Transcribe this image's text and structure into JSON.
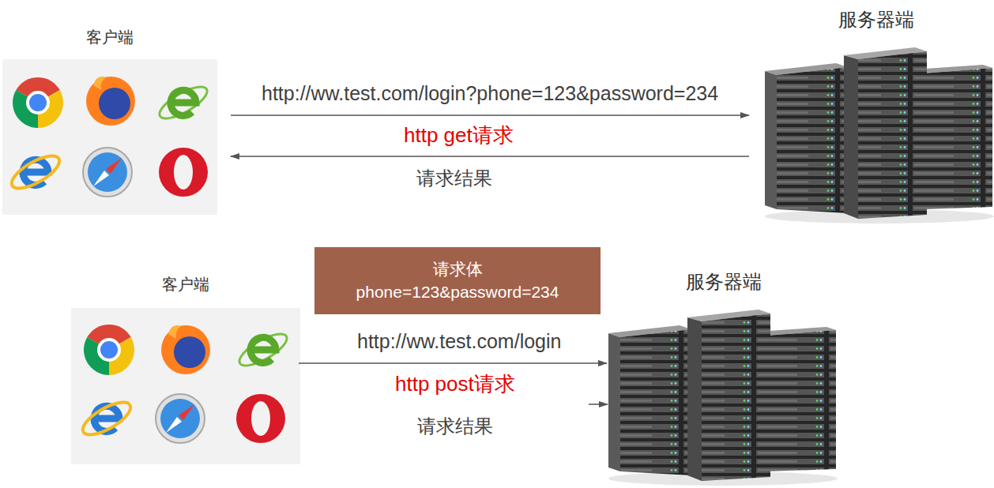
{
  "diagram": {
    "nodes": [
      {
        "text": [
          "客户端"
        ]
      },
      {
        "text": [
          "服务器端"
        ]
      },
      {
        "text": [
          "请求体",
          "phone=123&password=234"
        ]
      },
      {
        "text": [
          "客户端"
        ]
      },
      {
        "text": [
          "服务器端"
        ]
      }
    ],
    "edges": [
      {
        "from": 0,
        "to": 1,
        "arrow": "to",
        "label": "http://ww.test.com/login?phone=123&password=234"
      },
      {
        "from": 1,
        "to": 0,
        "arrow": "to",
        "label": "请求结果"
      },
      {
        "from": 3,
        "to": 4,
        "arrow": "to",
        "label": "http://ww.test.com/login"
      }
    ],
    "labels": [
      "http get请求",
      "http post请求",
      "请求结果"
    ]
  }
}
